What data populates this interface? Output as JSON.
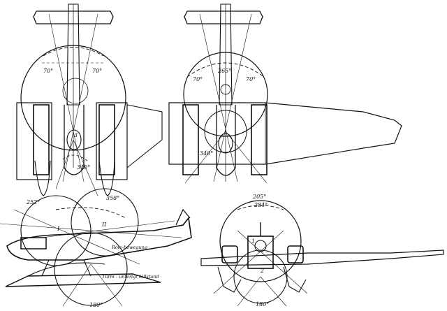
{
  "views": {
    "top_left": {
      "angle_left": "70°",
      "angle_right": "70°",
      "angle_side": "340°",
      "lower_left": "3"
    },
    "top_right": {
      "angle_left": "70°",
      "angle_center": "265°",
      "angle_right": "70°",
      "angle_side": "340°"
    },
    "side": {
      "angle_left": "252°",
      "angle_right": "358°",
      "label_rotor": "Rotz-bewegung",
      "label_turret": "Turm - unterigt billstand",
      "angle_bottom": "180°",
      "mark_1": "I",
      "mark_2": "II"
    },
    "front": {
      "angle_top_1": "205°",
      "angle_top_2": "284°",
      "angle_bottom": "180°",
      "mark_1": "1",
      "mark_2": "2"
    }
  }
}
